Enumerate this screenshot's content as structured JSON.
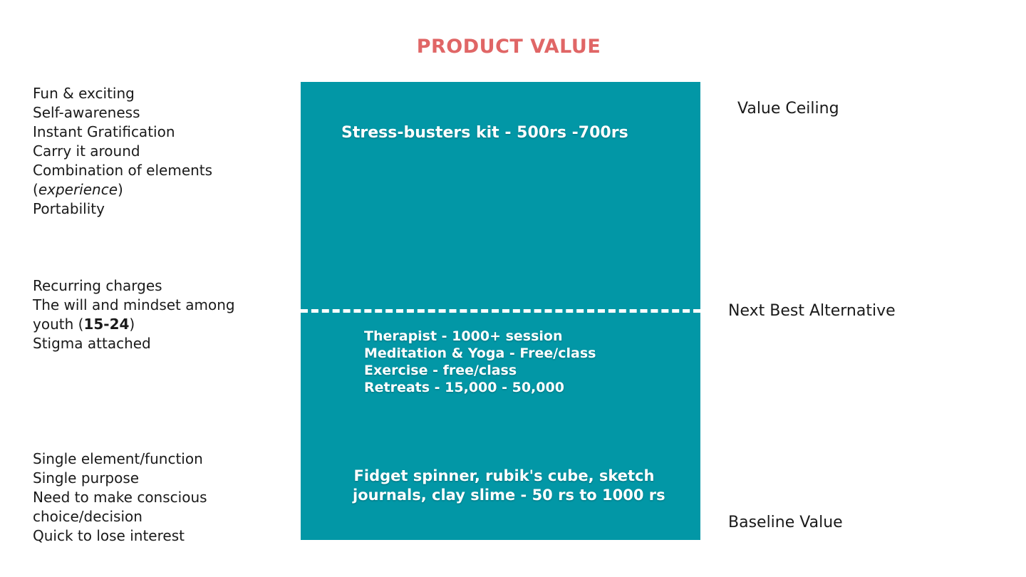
{
  "title": "PRODUCT VALUE",
  "colors": {
    "title": "#e06666",
    "box": "#0297a6",
    "text": "#1a1a1a"
  },
  "left": {
    "top": [
      "Fun & exciting",
      "Self-awareness",
      "Instant Gratification",
      "Carry it around",
      "Combination of elements",
      "(",
      "experience",
      ")",
      "Portability"
    ],
    "mid": [
      "Recurring charges",
      "The will and mindset among",
      "youth (",
      "15-24",
      ")",
      "Stigma attached"
    ],
    "bottom": [
      "Single element/function",
      "Single purpose",
      "Need to make conscious",
      "choice/decision",
      "Quick to lose interest"
    ]
  },
  "box": {
    "top": "Stress-busters kit -  500rs -700rs",
    "mid": [
      "Therapist - 1000+ session",
      "Meditation & Yoga - Free/class",
      "Exercise  - free/class",
      "Retreats - 15,000 - 50,000"
    ],
    "bottom": [
      "Fidget spinner, rubik's cube, sketch",
      "journals, clay slime - 50 rs to 1000 rs"
    ]
  },
  "right": {
    "ceiling": "Value Ceiling",
    "next_best": "Next Best Alternative",
    "baseline": "Baseline Value"
  }
}
